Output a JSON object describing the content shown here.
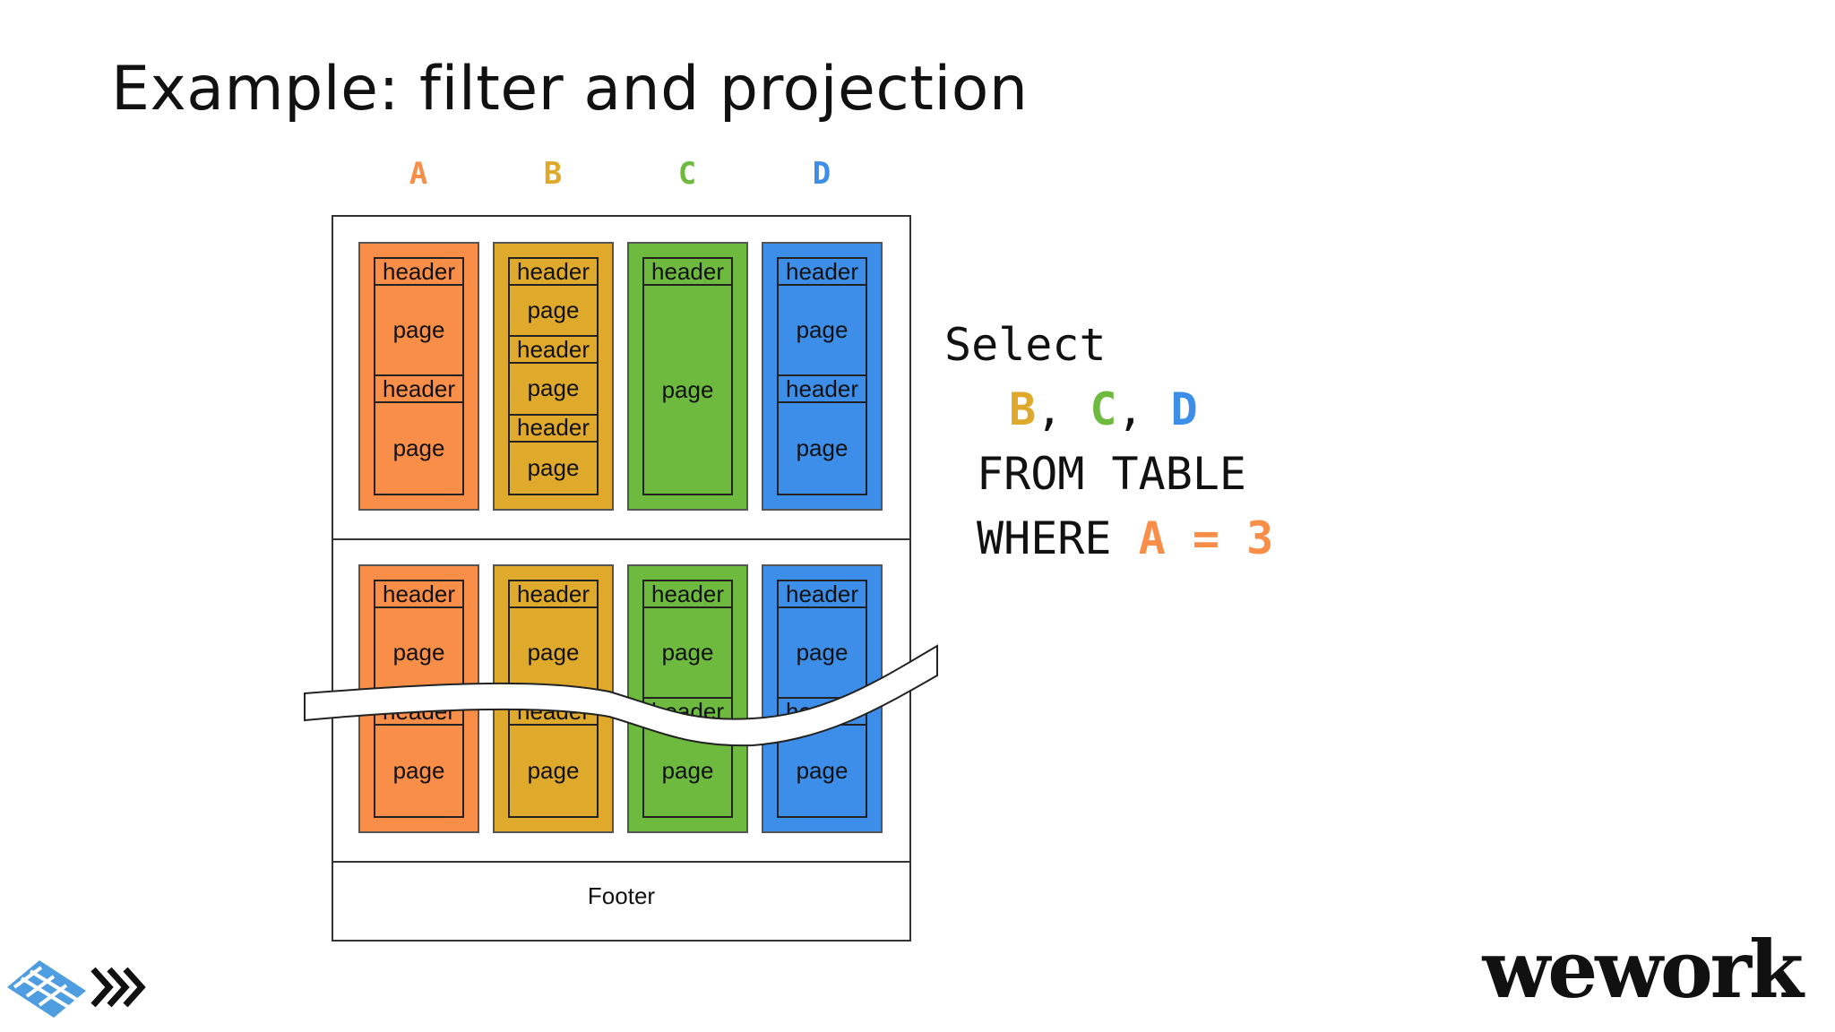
{
  "slide": {
    "title": "Example: filter and projection"
  },
  "colors": {
    "A": "#f98e49",
    "B": "#dfaa2b",
    "C": "#6dba3f",
    "D": "#3d8ee9"
  },
  "columns": [
    {
      "key": "A",
      "label": "A"
    },
    {
      "key": "B",
      "label": "B"
    },
    {
      "key": "C",
      "label": "C"
    },
    {
      "key": "D",
      "label": "D"
    }
  ],
  "row_groups": [
    {
      "columns": [
        {
          "key": "A",
          "segments": [
            {
              "text": "header",
              "type": "header"
            },
            {
              "text": "page",
              "type": "page"
            },
            {
              "text": "header",
              "type": "header"
            },
            {
              "text": "page",
              "type": "page"
            }
          ]
        },
        {
          "key": "B",
          "segments": [
            {
              "text": "header",
              "type": "header"
            },
            {
              "text": "page",
              "type": "page"
            },
            {
              "text": "header",
              "type": "header"
            },
            {
              "text": "page",
              "type": "page"
            },
            {
              "text": "header",
              "type": "header"
            },
            {
              "text": "page",
              "type": "page"
            }
          ]
        },
        {
          "key": "C",
          "segments": [
            {
              "text": "header",
              "type": "header"
            },
            {
              "text": "page",
              "type": "page"
            }
          ]
        },
        {
          "key": "D",
          "segments": [
            {
              "text": "header",
              "type": "header"
            },
            {
              "text": "page",
              "type": "page"
            },
            {
              "text": "header",
              "type": "header"
            },
            {
              "text": "page",
              "type": "page"
            }
          ]
        }
      ]
    },
    {
      "columns": [
        {
          "key": "A",
          "segments": [
            {
              "text": "header",
              "type": "header"
            },
            {
              "text": "page",
              "type": "page"
            },
            {
              "text": "header",
              "type": "header"
            },
            {
              "text": "page",
              "type": "page"
            }
          ]
        },
        {
          "key": "B",
          "segments": [
            {
              "text": "header",
              "type": "header"
            },
            {
              "text": "page",
              "type": "page"
            },
            {
              "text": "header",
              "type": "header"
            },
            {
              "text": "page",
              "type": "page"
            }
          ]
        },
        {
          "key": "C",
          "segments": [
            {
              "text": "header",
              "type": "header"
            },
            {
              "text": "page",
              "type": "page"
            },
            {
              "text": "header",
              "type": "header"
            },
            {
              "text": "page",
              "type": "page"
            }
          ]
        },
        {
          "key": "D",
          "segments": [
            {
              "text": "header",
              "type": "header"
            },
            {
              "text": "page",
              "type": "page"
            },
            {
              "text": "header",
              "type": "header"
            },
            {
              "text": "page",
              "type": "page"
            }
          ]
        }
      ]
    }
  ],
  "footer": {
    "label": "Footer"
  },
  "query": {
    "select": "Select",
    "cols": [
      "B",
      "C",
      "D"
    ],
    "separator": ",",
    "from": "FROM TABLE",
    "where": "WHERE",
    "cond_col": "A",
    "cond_op": "=",
    "cond_val": "3"
  },
  "logos": {
    "left_icon": "parquet-logo-icon",
    "brand": "wework"
  }
}
